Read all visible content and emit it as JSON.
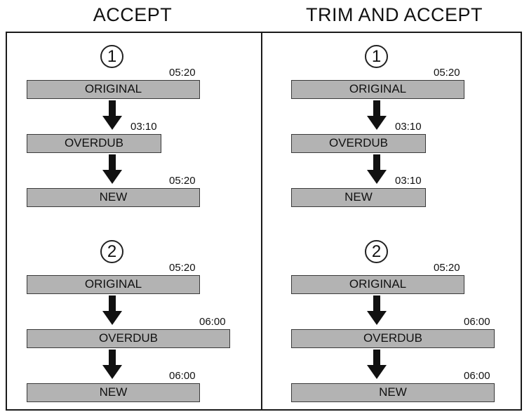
{
  "headings": {
    "left": "ACCEPT",
    "right": "TRIM AND ACCEPT"
  },
  "panels": [
    {
      "name": "accept",
      "scenarios": [
        {
          "number": "1",
          "steps": [
            {
              "label": "ORIGINAL",
              "time": "05:20"
            },
            {
              "label": "OVERDUB",
              "time": "03:10"
            },
            {
              "label": "NEW",
              "time": "05:20"
            }
          ]
        },
        {
          "number": "2",
          "steps": [
            {
              "label": "ORIGINAL",
              "time": "05:20"
            },
            {
              "label": "OVERDUB",
              "time": "06:00"
            },
            {
              "label": "NEW",
              "time": "06:00"
            }
          ]
        }
      ]
    },
    {
      "name": "trim-and-accept",
      "scenarios": [
        {
          "number": "1",
          "steps": [
            {
              "label": "ORIGINAL",
              "time": "05:20"
            },
            {
              "label": "OVERDUB",
              "time": "03:10"
            },
            {
              "label": "NEW",
              "time": "03:10"
            }
          ]
        },
        {
          "number": "2",
          "steps": [
            {
              "label": "ORIGINAL",
              "time": "05:20"
            },
            {
              "label": "OVERDUB",
              "time": "06:00"
            },
            {
              "label": "NEW",
              "time": "06:00"
            }
          ]
        }
      ]
    }
  ],
  "colors": {
    "box_fill": "#b3b3b3",
    "box_border": "#3a3a3a",
    "arrow": "#111111",
    "frame": "#1a1a1a"
  }
}
